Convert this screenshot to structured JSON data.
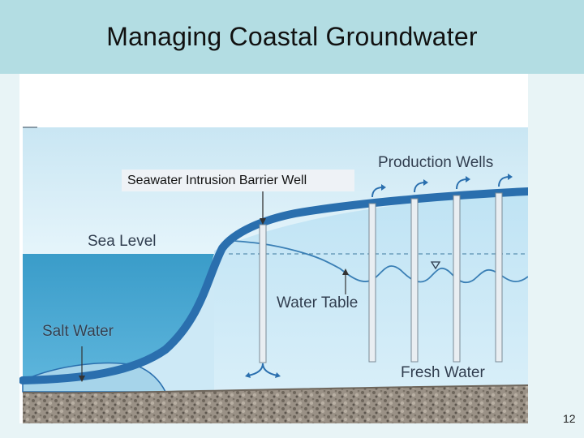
{
  "slide": {
    "title": "Managing Coastal Groundwater",
    "page_number": "12"
  },
  "diagram": {
    "labels": {
      "production_wells": "Production Wells",
      "sea_level": "Sea Level",
      "water_table": "Water Table",
      "salt_water": "Salt Water",
      "fresh_water": "Fresh Water"
    },
    "callout": "Seawater Intrusion Barrier Well"
  },
  "colors": {
    "title_bar": "#b3dde3",
    "sky": "#d6edf6",
    "sea": "#2f8fbd",
    "ground_band": "#2a6fae",
    "aquifer": "#c6e6f5",
    "gravel": "#8f877c"
  }
}
